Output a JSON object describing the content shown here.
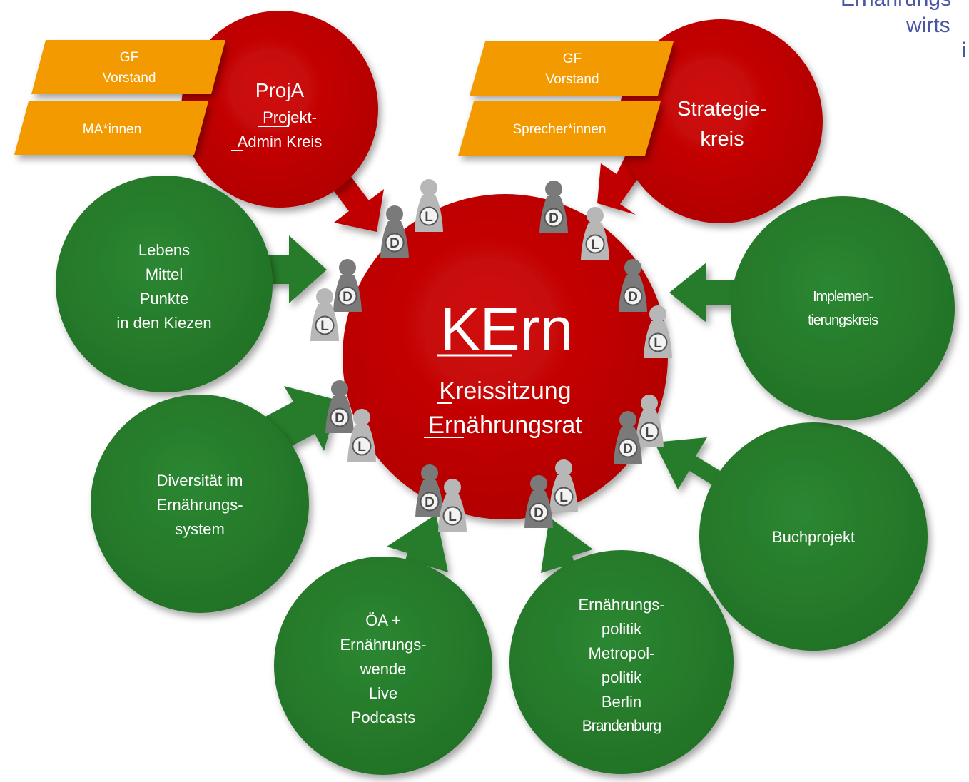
{
  "corner_text": {
    "line1": "Ernährungs",
    "line2": "wirts",
    "line3": "i"
  },
  "colors": {
    "red": "#c00000",
    "green": "#267c2c",
    "orange": "#f29a00",
    "token_dark": "#7a7a7a",
    "token_light": "#b7b7b7",
    "corner_text": "#4a56a6"
  },
  "central": {
    "title": "KErn",
    "title_underlined": "KE",
    "subtitle1": "Kreissitzung",
    "subtitle1_underlined": "K",
    "subtitle2": "Ernährungsrat",
    "subtitle2_underlined": "Ern"
  },
  "proja": {
    "title": "ProjA",
    "line2": "Projekt-",
    "line2_underlined": "Proj",
    "line3": "Admin Kreis",
    "line3_underlined": "A",
    "badges": [
      {
        "lines": [
          "GF",
          "Vorstand"
        ]
      },
      {
        "lines": [
          "MA*innen"
        ]
      }
    ]
  },
  "strategie": {
    "lines": [
      "Strategie-",
      "kreis"
    ],
    "badges": [
      {
        "lines": [
          "GF",
          "Vorstand"
        ]
      },
      {
        "lines": [
          "Sprecher*innen"
        ]
      }
    ]
  },
  "green_circles": [
    {
      "id": "lebensmittelpunkte",
      "lines": [
        "Lebens",
        "Mittel",
        "Punkte",
        "in den Kiezen"
      ]
    },
    {
      "id": "diversitaet",
      "lines": [
        "Diversität im",
        "Ernährungs-",
        "system"
      ]
    },
    {
      "id": "oea",
      "lines": [
        "ÖA +",
        "Ernährungs-",
        "wende",
        "Live",
        "Podcasts"
      ]
    },
    {
      "id": "ernaehrungspolitik",
      "lines": [
        "Ernährungs-",
        "politik",
        "Metropol-",
        "politik",
        "Berlin",
        "Brandenburg"
      ]
    },
    {
      "id": "buchprojekt",
      "lines": [
        "Buchprojekt"
      ]
    },
    {
      "id": "implementierung",
      "lines": [
        "Implemen-",
        "tierungskreis"
      ]
    }
  ],
  "token_letters": {
    "delegate": "D",
    "lead": "L"
  }
}
